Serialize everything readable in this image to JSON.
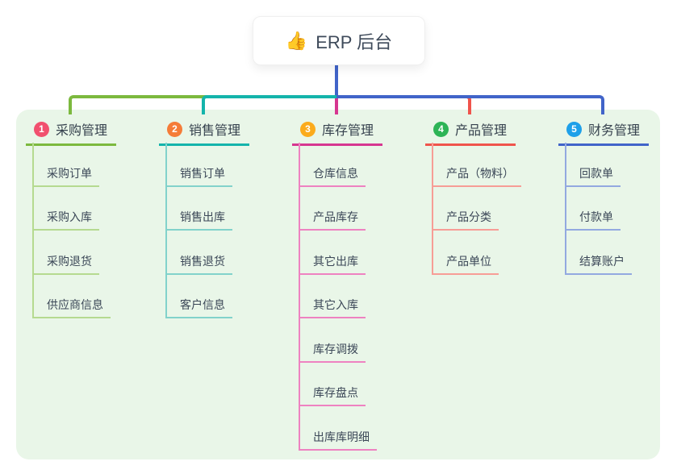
{
  "root": {
    "icon": "👍",
    "label": "ERP 后台",
    "connector_color": "#4164c9"
  },
  "panel_bg": "#e9f6e8",
  "branches": [
    {
      "index": "1",
      "label": "采购管理",
      "badge_color": "#f1506e",
      "line_color": "#7cb93e",
      "child_line_color": "#b5da90",
      "children": [
        "采购订单",
        "采购入库",
        "采购退货",
        "供应商信息"
      ]
    },
    {
      "index": "2",
      "label": "销售管理",
      "badge_color": "#f57c38",
      "line_color": "#14b4ab",
      "child_line_color": "#82d2cb",
      "children": [
        "销售订单",
        "销售出库",
        "销售退货",
        "客户信息"
      ]
    },
    {
      "index": "3",
      "label": "库存管理",
      "badge_color": "#fbab1c",
      "line_color": "#d63690",
      "child_line_color": "#ee82c1",
      "children": [
        "仓库信息",
        "产品库存",
        "其它出库",
        "其它入库",
        "库存调拨",
        "库存盘点",
        "出库库明细"
      ]
    },
    {
      "index": "4",
      "label": "产品管理",
      "badge_color": "#2db456",
      "line_color": "#f0544c",
      "child_line_color": "#f79d96",
      "children": [
        "产品（物料）",
        "产品分类",
        "产品单位"
      ]
    },
    {
      "index": "5",
      "label": "财务管理",
      "badge_color": "#1ea0e9",
      "line_color": "#4164c9",
      "child_line_color": "#93a9e0",
      "children": [
        "回款单",
        "付款单",
        "结算账户"
      ]
    }
  ]
}
